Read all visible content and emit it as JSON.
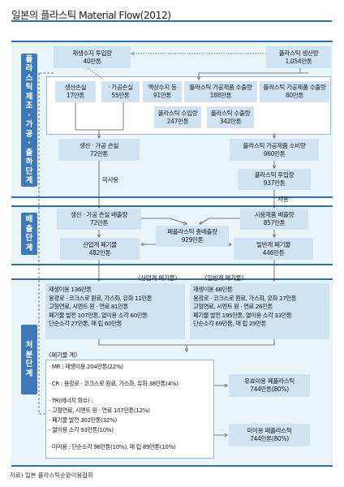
{
  "title": "일본의 플라스틱 Material Flow(2012)",
  "stage_labels": {
    "production": "플라스틱제조·가공·출하단계",
    "emission": "배출단계",
    "disposal": "처분단계"
  },
  "production": {
    "resin": {
      "name": "재생수지 투입량",
      "value": "40만톤"
    },
    "output": {
      "name": "플라스틱 생산량",
      "value": "1,054만톤"
    },
    "prod_loss": {
      "name": "생산손실",
      "value": "17만톤"
    },
    "proc_loss": {
      "name": "· 가공손실",
      "value": "55만톤"
    },
    "liquid": {
      "name": "액상수지 등",
      "value": "91만톤"
    },
    "prod_export": {
      "name": "플라스틱 가공제품 수출량",
      "value": "188만톤"
    },
    "proc_export": {
      "name": "플라스틱 가공제품 수출량",
      "value": "80만톤"
    },
    "import1": {
      "name": "플라스틱 수입량",
      "value": "247만톤"
    },
    "import2": {
      "name": "플라스틱 수출량",
      "value": "342만톤"
    },
    "loss_total": {
      "name": "생산 · 가공 손실",
      "value": "72만톤"
    },
    "consumption": {
      "name": "플라스틱 가공제품 소비량",
      "value": "960만톤"
    },
    "input": {
      "name": "플라스틱 투입량",
      "value": "937만톤"
    },
    "unused": "미사용",
    "use": "사용"
  },
  "emission": {
    "loss_emit": {
      "name": "생산 · 가공 손실 배출량",
      "value": "72만톤"
    },
    "market_emit": {
      "name": "시용제품 배출량",
      "value": "857만톤"
    },
    "total": {
      "name": "폐플라스틱 총배출량",
      "value": "929만톤"
    },
    "industrial": {
      "name": "산업계 폐기물",
      "value": "482만톤"
    },
    "general": {
      "name": "일반계 폐기물",
      "value": "446만톤"
    }
  },
  "disposal": {
    "ind_header": "〈산업계 폐기물〉",
    "gen_header": "〈일반계 폐기물〉",
    "industrial_lines": [
      "재생이용 136만톤",
      "용광로 · 코크스로 원료, 가스화, 유화 11만톤",
      "고형연료, 시멘트 원 · 연료 81만톤",
      "폐기물 발전 107만톤, 열이용 소각 60만톤",
      "단순소각 27만톤, 매  립 60만톤"
    ],
    "general_lines": [
      "재생이용 68만톤",
      "용광로 · 코크스로 원료, 가스화, 유화 27만톤",
      "고형연료, 시멘트 원 · 연료 26만톤",
      "폐기물 발전 195만톤, 열이용 소각 33만톤",
      "단순소각 69만톤, 매  립 29만톤"
    ],
    "total_header": "〈폐기물 계〉",
    "mr": "· MR : 재생이용 204만톤(22%)",
    "cr": "· CR : 용광로 · 코크스로 원료, 가스화, 유화 38만톤(4%)",
    "tr_header": "· TR(에너지 회수) :",
    "tr_lines": [
      "- 고형연료, 시멘트 원 · 연료 107만톤(12%)",
      "- 폐기물 발전 302만톤(32%)",
      "- 열이용 소각 93만톤(10%)"
    ],
    "unused_line": "· 미이용 : 단순소각 96만톤(10%), 매  립 89만톤(10%)",
    "effective": {
      "name": "유효이용 폐플라스틱",
      "value": "744만톤(80%)"
    },
    "unutilized": {
      "name": "미이용 폐플라스틱",
      "value": "744만톤(80%)"
    }
  },
  "source": "자료) 일본 플라스틱순환이용협회",
  "colors": {
    "accent": "#2f6fb3",
    "box": "#cfe3f3",
    "band": "#eaf4fb"
  }
}
